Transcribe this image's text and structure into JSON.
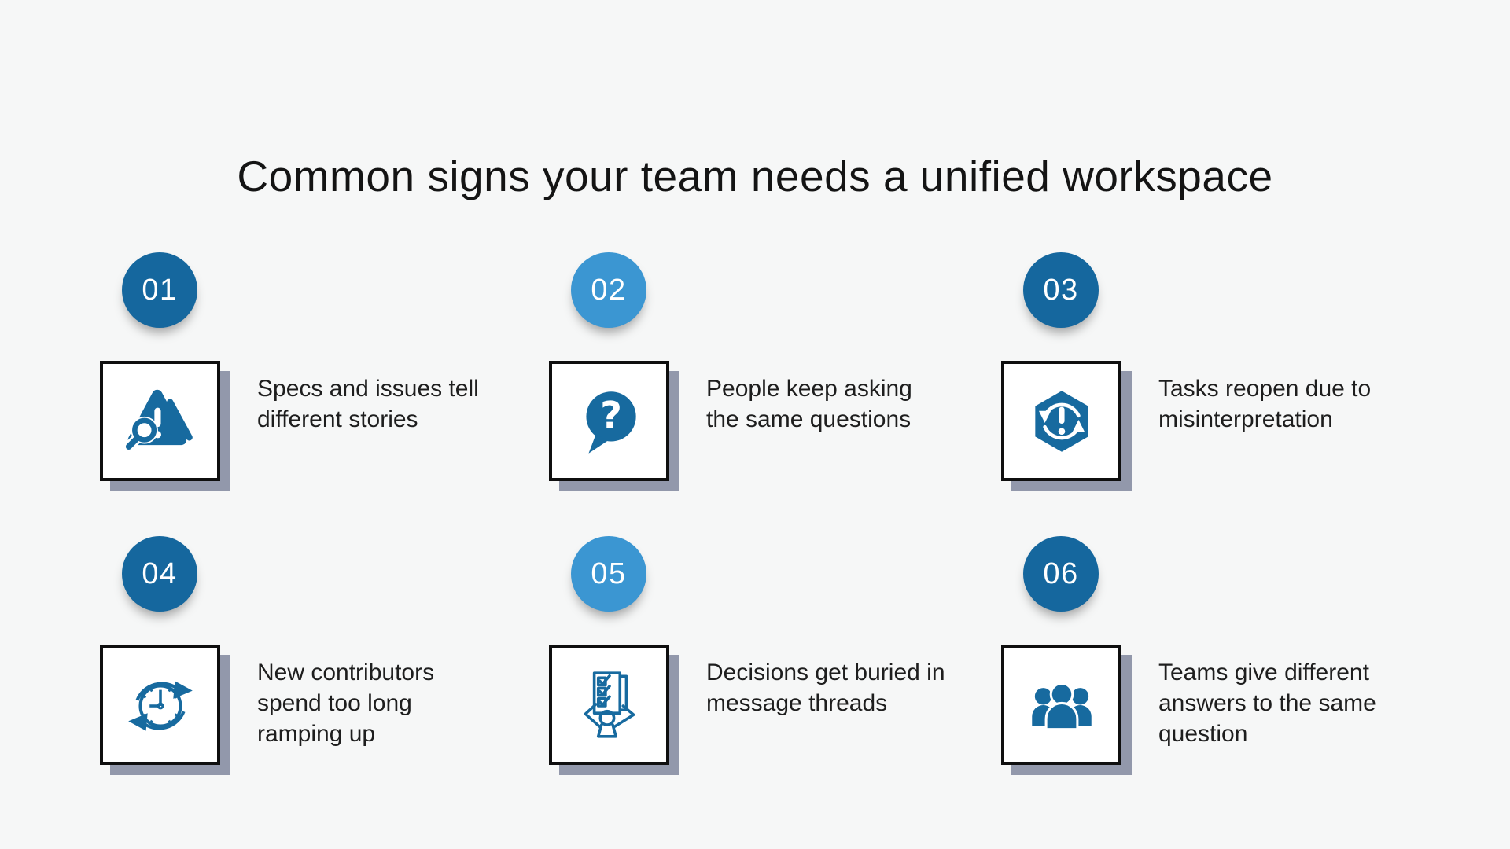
{
  "title": "Common signs your team needs a unified workspace",
  "colors": {
    "background": "#f6f7f7",
    "badge_dark": "#15679E",
    "badge_light": "#3B96D2",
    "icon_blue": "#176A9F",
    "box_border": "#0f0f0f",
    "box_shadow": "#9298ab",
    "text": "#1e1e1e"
  },
  "items": [
    {
      "number": "01",
      "badge_color": "#15679E",
      "icon": "warning-magnifier-icon",
      "text": "Specs and issues tell\ndifferent stories"
    },
    {
      "number": "02",
      "badge_color": "#3B96D2",
      "icon": "question-bubble-icon",
      "text": "People keep asking\nthe same questions"
    },
    {
      "number": "03",
      "badge_color": "#15679E",
      "icon": "hexagon-refresh-alert-icon",
      "text": "Tasks reopen due to\nmisinterpretation"
    },
    {
      "number": "04",
      "badge_color": "#15679E",
      "icon": "clock-cycle-icon",
      "text": "New contributors\nspend too long\nramping up"
    },
    {
      "number": "05",
      "badge_color": "#3B96D2",
      "icon": "checklist-person-icon",
      "text": "Decisions get buried in\nmessage threads"
    },
    {
      "number": "06",
      "badge_color": "#15679E",
      "icon": "team-group-icon",
      "text": "Teams give different\nanswers to the same\nquestion"
    }
  ]
}
